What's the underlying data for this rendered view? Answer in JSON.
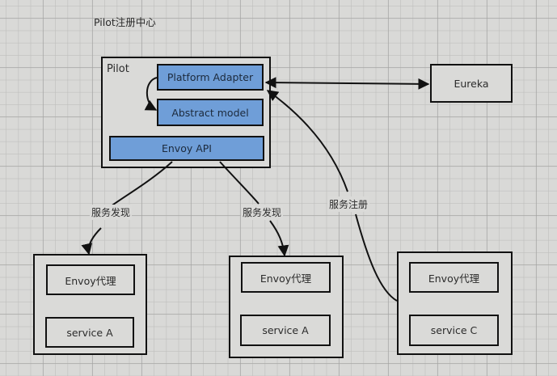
{
  "diagram": {
    "title": "Pilot注册中心",
    "pilot": {
      "label": "Pilot",
      "platform_adapter": "Platform Adapter",
      "abstract_model": "Abstract model",
      "envoy_api": "Envoy API"
    },
    "eureka": "Eureka",
    "services": [
      {
        "proxy": "Envoy代理",
        "service": "service A"
      },
      {
        "proxy": "Envoy代理",
        "service": "service A"
      },
      {
        "proxy": "Envoy代理",
        "service": "service C"
      }
    ],
    "edges": {
      "discovery_left": "服务发现",
      "discovery_right": "服务发现",
      "registration": "服务注册"
    },
    "colors": {
      "component_fill": "#6f9ed8",
      "box_fill": "#dadad8",
      "stroke": "#111111"
    }
  }
}
